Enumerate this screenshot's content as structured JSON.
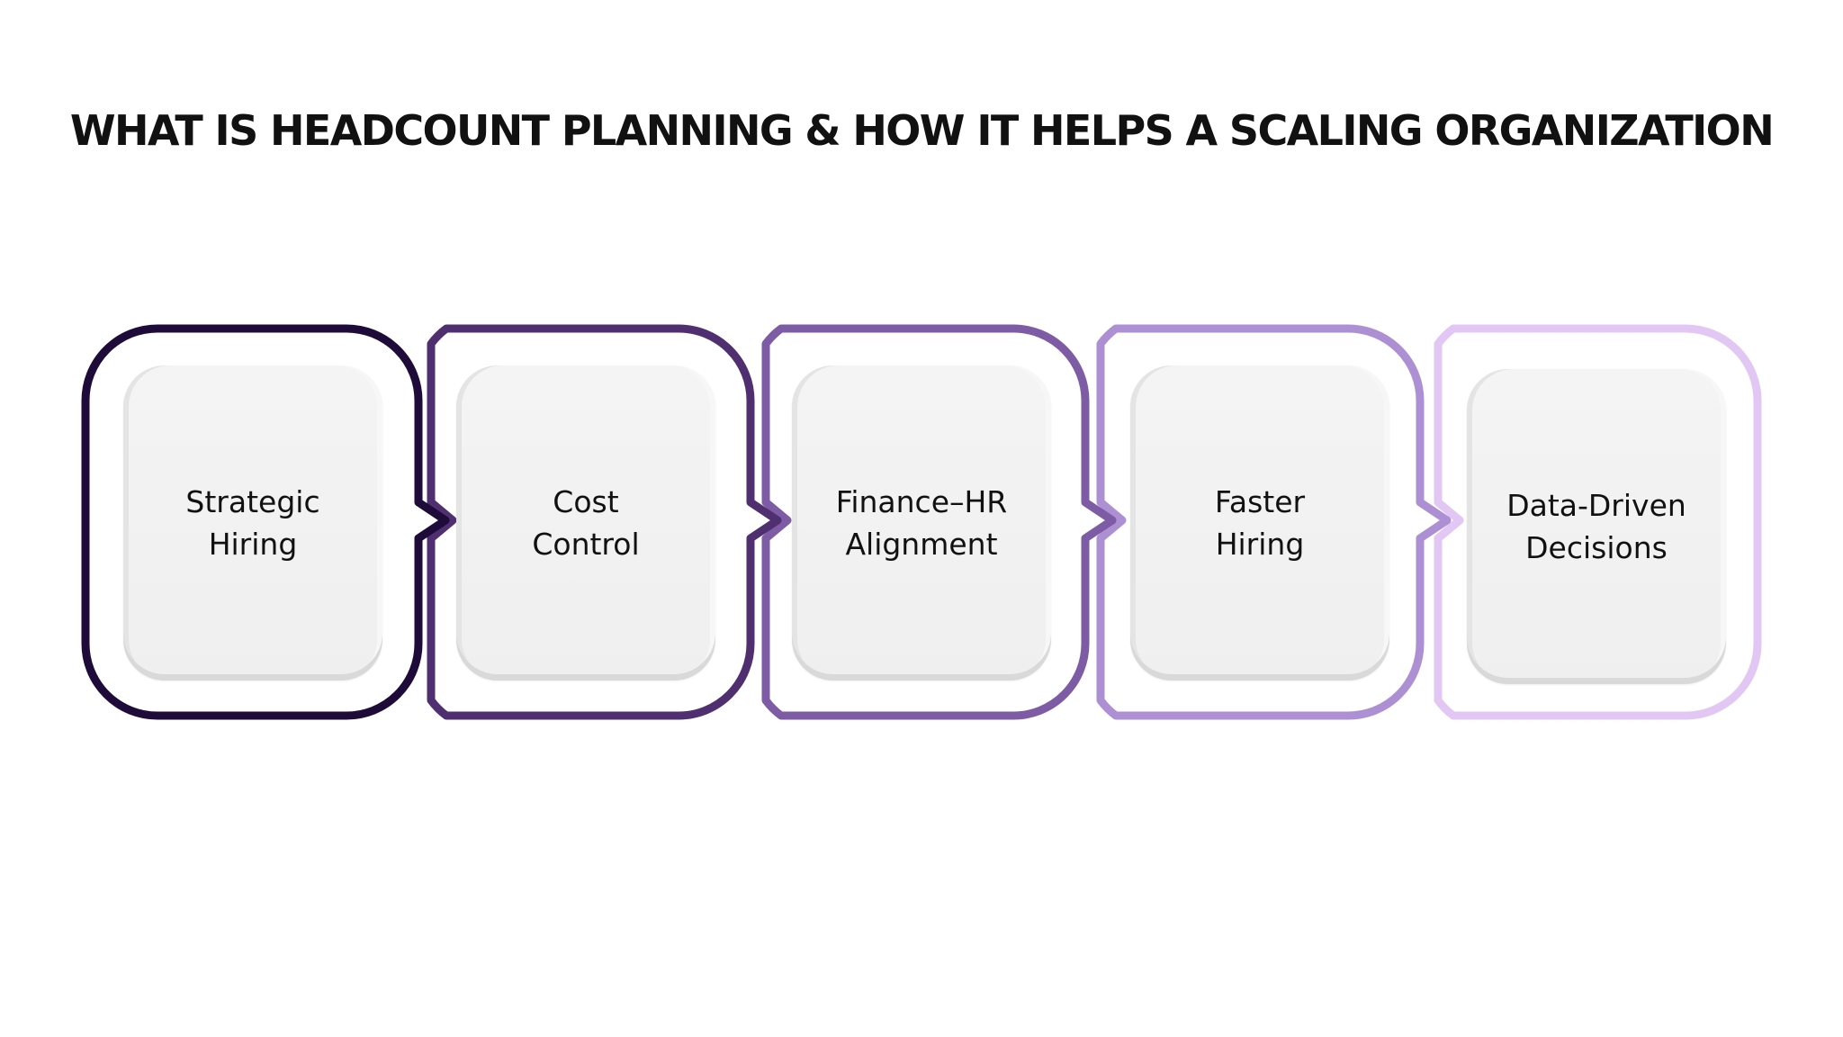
{
  "title": "WHAT IS HEADCOUNT PLANNING & HOW IT HELPS A SCALING ORGANIZATION",
  "steps": [
    {
      "line1": "Strategic",
      "line2": "Hiring",
      "color": "#1e0b3a"
    },
    {
      "line1": "Cost",
      "line2": "Control",
      "color": "#4f2f70"
    },
    {
      "line1": "Finance–HR",
      "line2": "Alignment",
      "color": "#7e5ba5"
    },
    {
      "line1": "Faster",
      "line2": "Hiring",
      "color": "#ad8fd3"
    },
    {
      "line1": "Data-Driven",
      "line2": "Decisions",
      "color": "#e2c7f5"
    }
  ]
}
